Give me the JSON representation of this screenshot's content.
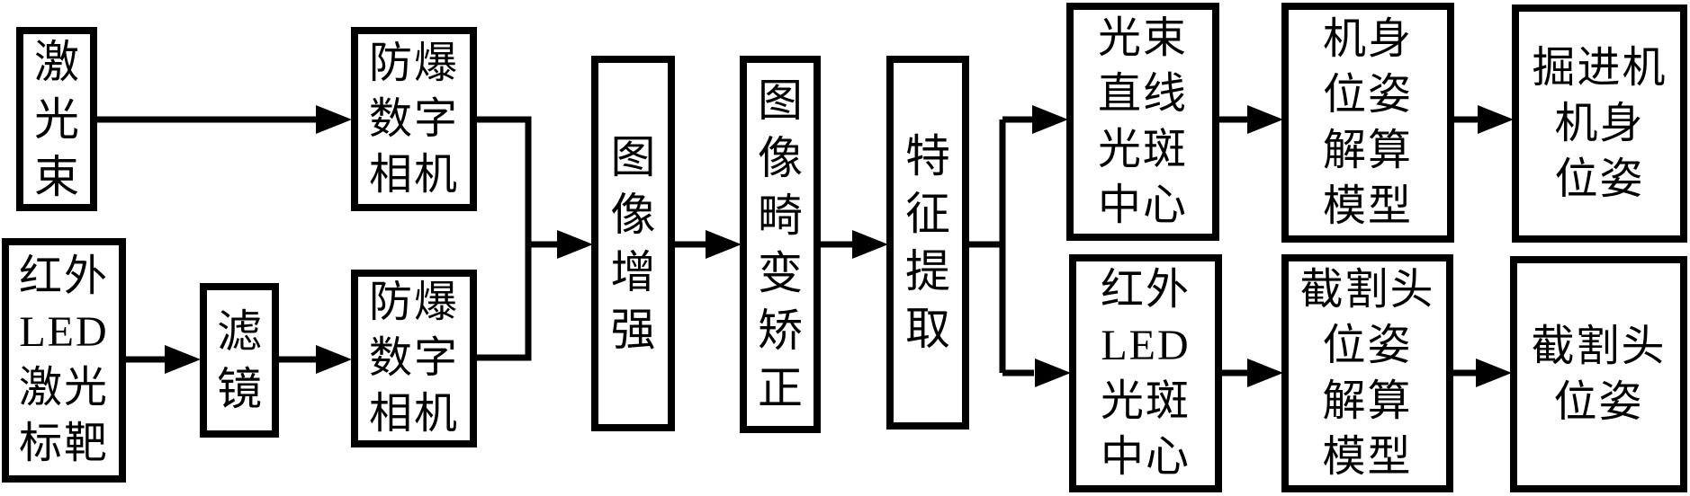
{
  "diagram": {
    "background_color": "#ffffff",
    "line_color": "#000000",
    "nodes": {
      "laser_beam": {
        "label": "激光束",
        "lines": [
          "激",
          "光",
          "束"
        ]
      },
      "ir_led_target": {
        "label": "红外LED激光标靶",
        "lines": [
          "红外",
          "LED",
          "激光",
          "标靶"
        ]
      },
      "filter": {
        "label": "滤镜",
        "lines": [
          "滤",
          "镜"
        ]
      },
      "camera_top": {
        "label": "防爆数字相机",
        "lines": [
          "防爆",
          "数字",
          "相机"
        ]
      },
      "camera_bottom": {
        "label": "防爆数字相机",
        "lines": [
          "防爆",
          "数字",
          "相机"
        ]
      },
      "image_enhancement": {
        "label": "图像增强",
        "lines": [
          "图",
          "像",
          "增",
          "强"
        ]
      },
      "distortion_correction": {
        "label": "图像畸变矫正",
        "lines": [
          "图",
          "像",
          "畸",
          "变",
          "矫",
          "正"
        ]
      },
      "feature_extraction": {
        "label": "特征提取",
        "lines": [
          "特",
          "征",
          "提",
          "取"
        ]
      },
      "beam_line_spot_center": {
        "label": "光束直线光斑中心",
        "lines": [
          "光束",
          "直线",
          "光斑",
          "中心"
        ]
      },
      "body_pose_model": {
        "label": "机身位姿解算模型",
        "lines": [
          "机身",
          "位姿",
          "解算",
          "模型"
        ]
      },
      "roadheader_body_pose": {
        "label": "掘进机机身位姿",
        "lines": [
          "掘进机",
          "机身",
          "位姿"
        ]
      },
      "ir_led_spot_center": {
        "label": "红外LED光斑中心",
        "lines": [
          "红外",
          "LED",
          "光斑",
          "中心"
        ]
      },
      "cutting_head_pose_model": {
        "label": "截割头位姿解算模型",
        "lines": [
          "截割头",
          "位姿",
          "解算",
          "模型"
        ]
      },
      "cutting_head_pose": {
        "label": "截割头位姿",
        "lines": [
          "截割头",
          "位姿"
        ]
      }
    },
    "edges": [
      {
        "from": "激光束",
        "to": "防爆数字相机(上)"
      },
      {
        "from": "红外LED激光标靶",
        "to": "滤镜"
      },
      {
        "from": "滤镜",
        "to": "防爆数字相机(下)"
      },
      {
        "from": "防爆数字相机(上)",
        "to": "图像增强"
      },
      {
        "from": "防爆数字相机(下)",
        "to": "图像增强"
      },
      {
        "from": "图像增强",
        "to": "图像畸变矫正"
      },
      {
        "from": "图像畸变矫正",
        "to": "特征提取"
      },
      {
        "from": "特征提取",
        "to": "光束直线光斑中心"
      },
      {
        "from": "特征提取",
        "to": "红外LED光斑中心"
      },
      {
        "from": "光束直线光斑中心",
        "to": "机身位姿解算模型"
      },
      {
        "from": "机身位姿解算模型",
        "to": "掘进机机身位姿"
      },
      {
        "from": "红外LED光斑中心",
        "to": "截割头位姿解算模型"
      },
      {
        "from": "截割头位姿解算模型",
        "to": "截割头位姿"
      }
    ]
  }
}
